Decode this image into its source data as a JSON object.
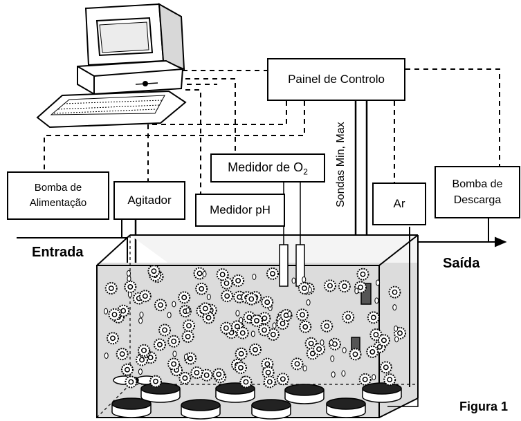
{
  "labels": {
    "painel": "Painel de Controlo",
    "bomba_alimentacao_l1": "Bomba de",
    "bomba_alimentacao_l2": "Alimentação",
    "agitador": "Agitador",
    "medidor_o2": "Medidor de O",
    "medidor_o2_sub": "2",
    "medidor_ph": "Medidor pH",
    "sondas": "Sondas Min, Max",
    "ar": "Ar",
    "bomba_descarga_l1": "Bomba de",
    "bomba_descarga_l2": "Descarga",
    "entrada": "Entrada",
    "saida": "Saída",
    "figura": "Figura 1"
  },
  "colors": {
    "line": "#000000",
    "liquid": "#dcdcdc",
    "probe_fill": "#555555"
  }
}
